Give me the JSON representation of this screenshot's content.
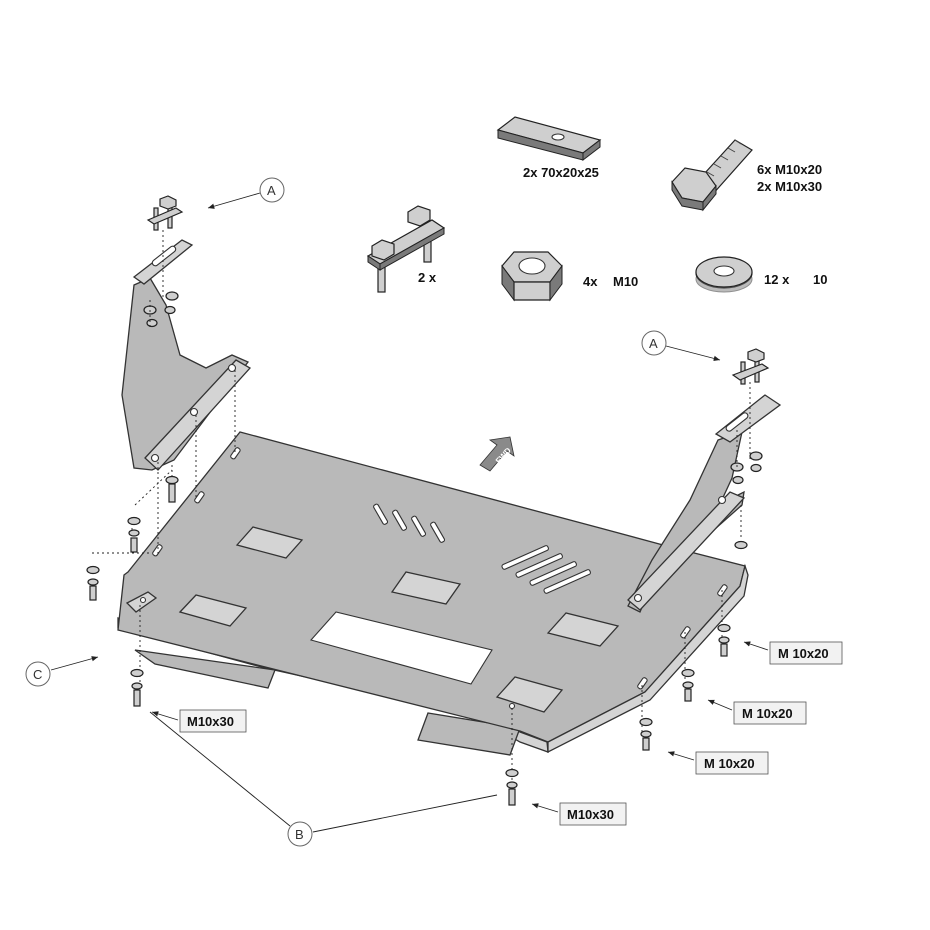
{
  "parts": {
    "plate_spacer": "2x 70x20x25",
    "bolts_line1": "6x M10x20",
    "bolts_line2": "2x M10x30",
    "stud_bracket": "2 x",
    "nut_qty": "4x",
    "nut_size": "M10",
    "washer_qty": "12 x",
    "washer_size": "10"
  },
  "callouts": {
    "a_left": "A",
    "a_right": "A",
    "b": "B",
    "c": "C"
  },
  "fasteners": {
    "right_1": "M 10x20",
    "right_2": "M 10x20",
    "right_3": "M 10x20",
    "front_left": "M10x30",
    "front_center": "M10x30"
  },
  "direction_arrow": "FWD"
}
